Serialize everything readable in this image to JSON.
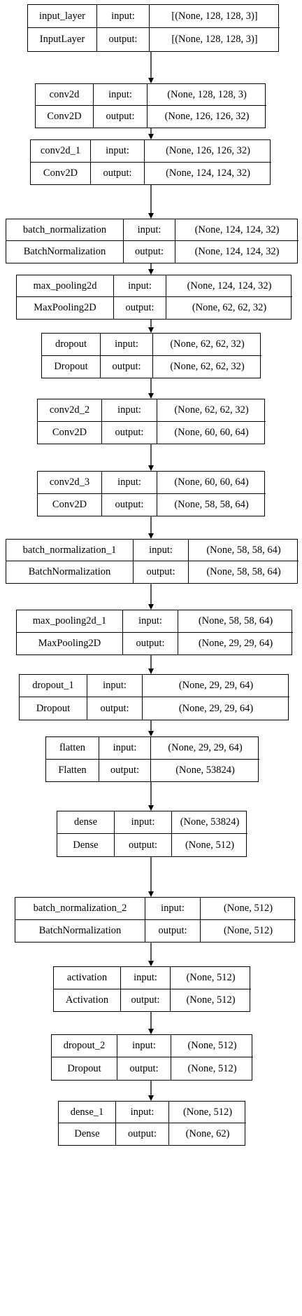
{
  "layers": [
    {
      "name": "input_layer",
      "type": "InputLayer",
      "input_label": "input:",
      "output_label": "output:",
      "input_shape": "[(None, 128, 128, 3)]",
      "output_shape": "[(None, 128, 128, 3)]"
    },
    {
      "name": "conv2d",
      "type": "Conv2D",
      "input_label": "input:",
      "output_label": "output:",
      "input_shape": "(None, 128, 128, 3)",
      "output_shape": "(None, 126, 126, 32)"
    },
    {
      "name": "conv2d_1",
      "type": "Conv2D",
      "input_label": "input:",
      "output_label": "output:",
      "input_shape": "(None, 126, 126, 32)",
      "output_shape": "(None, 124, 124, 32)"
    },
    {
      "name": "batch_normalization",
      "type": "BatchNormalization",
      "input_label": "input:",
      "output_label": "output:",
      "input_shape": "(None, 124, 124, 32)",
      "output_shape": "(None, 124, 124, 32)"
    },
    {
      "name": "max_pooling2d",
      "type": "MaxPooling2D",
      "input_label": "input:",
      "output_label": "output:",
      "input_shape": "(None, 124, 124, 32)",
      "output_shape": "(None, 62, 62, 32)"
    },
    {
      "name": "dropout",
      "type": "Dropout",
      "input_label": "input:",
      "output_label": "output:",
      "input_shape": "(None, 62, 62, 32)",
      "output_shape": "(None, 62, 62, 32)"
    },
    {
      "name": "conv2d_2",
      "type": "Conv2D",
      "input_label": "input:",
      "output_label": "output:",
      "input_shape": "(None, 62, 62, 32)",
      "output_shape": "(None, 60, 60, 64)"
    },
    {
      "name": "conv2d_3",
      "type": "Conv2D",
      "input_label": "input:",
      "output_label": "output:",
      "input_shape": "(None, 60, 60, 64)",
      "output_shape": "(None, 58, 58, 64)"
    },
    {
      "name": "batch_normalization_1",
      "type": "BatchNormalization",
      "input_label": "input:",
      "output_label": "output:",
      "input_shape": "(None, 58, 58, 64)",
      "output_shape": "(None, 58, 58, 64)"
    },
    {
      "name": "max_pooling2d_1",
      "type": "MaxPooling2D",
      "input_label": "input:",
      "output_label": "output:",
      "input_shape": "(None, 58, 58, 64)",
      "output_shape": "(None, 29, 29, 64)"
    },
    {
      "name": "dropout_1",
      "type": "Dropout",
      "input_label": "input:",
      "output_label": "output:",
      "input_shape": "(None, 29, 29, 64)",
      "output_shape": "(None, 29, 29, 64)"
    },
    {
      "name": "flatten",
      "type": "Flatten",
      "input_label": "input:",
      "output_label": "output:",
      "input_shape": "(None, 29, 29, 64)",
      "output_shape": "(None, 53824)"
    },
    {
      "name": "dense",
      "type": "Dense",
      "input_label": "input:",
      "output_label": "output:",
      "input_shape": "(None, 53824)",
      "output_shape": "(None, 512)"
    },
    {
      "name": "batch_normalization_2",
      "type": "BatchNormalization",
      "input_label": "input:",
      "output_label": "output:",
      "input_shape": "(None, 512)",
      "output_shape": "(None, 512)"
    },
    {
      "name": "activation",
      "type": "Activation",
      "input_label": "input:",
      "output_label": "output:",
      "input_shape": "(None, 512)",
      "output_shape": "(None, 512)"
    },
    {
      "name": "dropout_2",
      "type": "Dropout",
      "input_label": "input:",
      "output_label": "output:",
      "input_shape": "(None, 512)",
      "output_shape": "(None, 512)"
    },
    {
      "name": "dense_1",
      "type": "Dense",
      "input_label": "input:",
      "output_label": "output:",
      "input_shape": "(None, 512)",
      "output_shape": "(None, 62)"
    }
  ]
}
